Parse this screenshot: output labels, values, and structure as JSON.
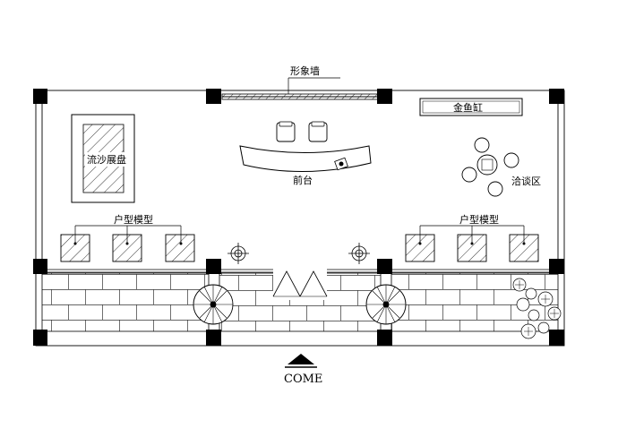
{
  "labels": {
    "image_wall": "形象墙",
    "goldfish_tank": "金鱼缸",
    "sand_display": "流沙展盘",
    "reception": "前台",
    "meeting_area": "洽谈区",
    "model_left": "户型模型",
    "model_right": "户型模型",
    "entrance": "COME"
  }
}
